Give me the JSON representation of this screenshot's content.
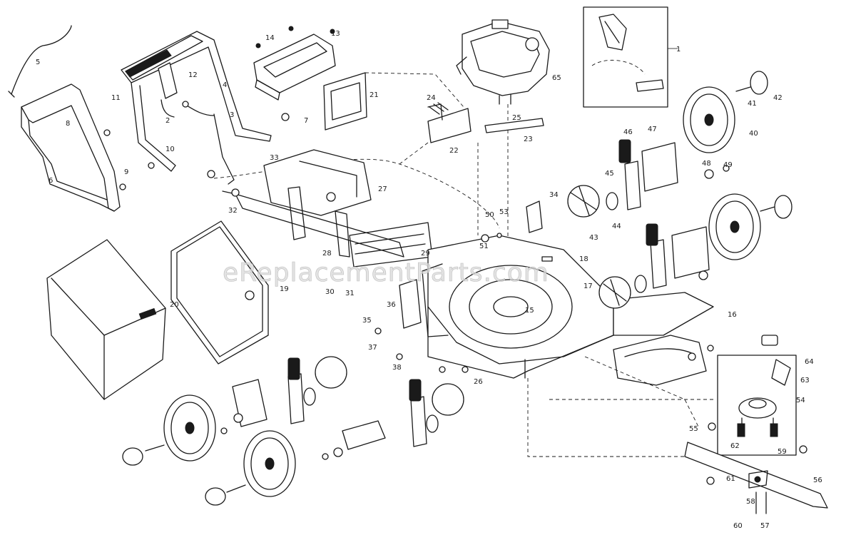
{
  "watermark": "eReplacementParts.com",
  "colors": {
    "ink": "#1a1a1a",
    "paper": "#ffffff",
    "watermark": "#d9d9d9"
  },
  "callouts": [
    "1",
    "2",
    "3",
    "4",
    "5",
    "6",
    "7",
    "8",
    "9",
    "10",
    "11",
    "12",
    "13",
    "14",
    "15",
    "16",
    "17",
    "18",
    "19",
    "20",
    "21",
    "22",
    "23",
    "24",
    "25",
    "26",
    "27",
    "28",
    "29",
    "30",
    "31",
    "32",
    "33",
    "34",
    "35",
    "36",
    "37",
    "38",
    "40",
    "41",
    "42",
    "43",
    "44",
    "45",
    "46",
    "47",
    "48",
    "49",
    "50",
    "51",
    "53",
    "54",
    "55",
    "56",
    "57",
    "58",
    "59",
    "60",
    "61",
    "62",
    "63",
    "64",
    "65"
  ]
}
